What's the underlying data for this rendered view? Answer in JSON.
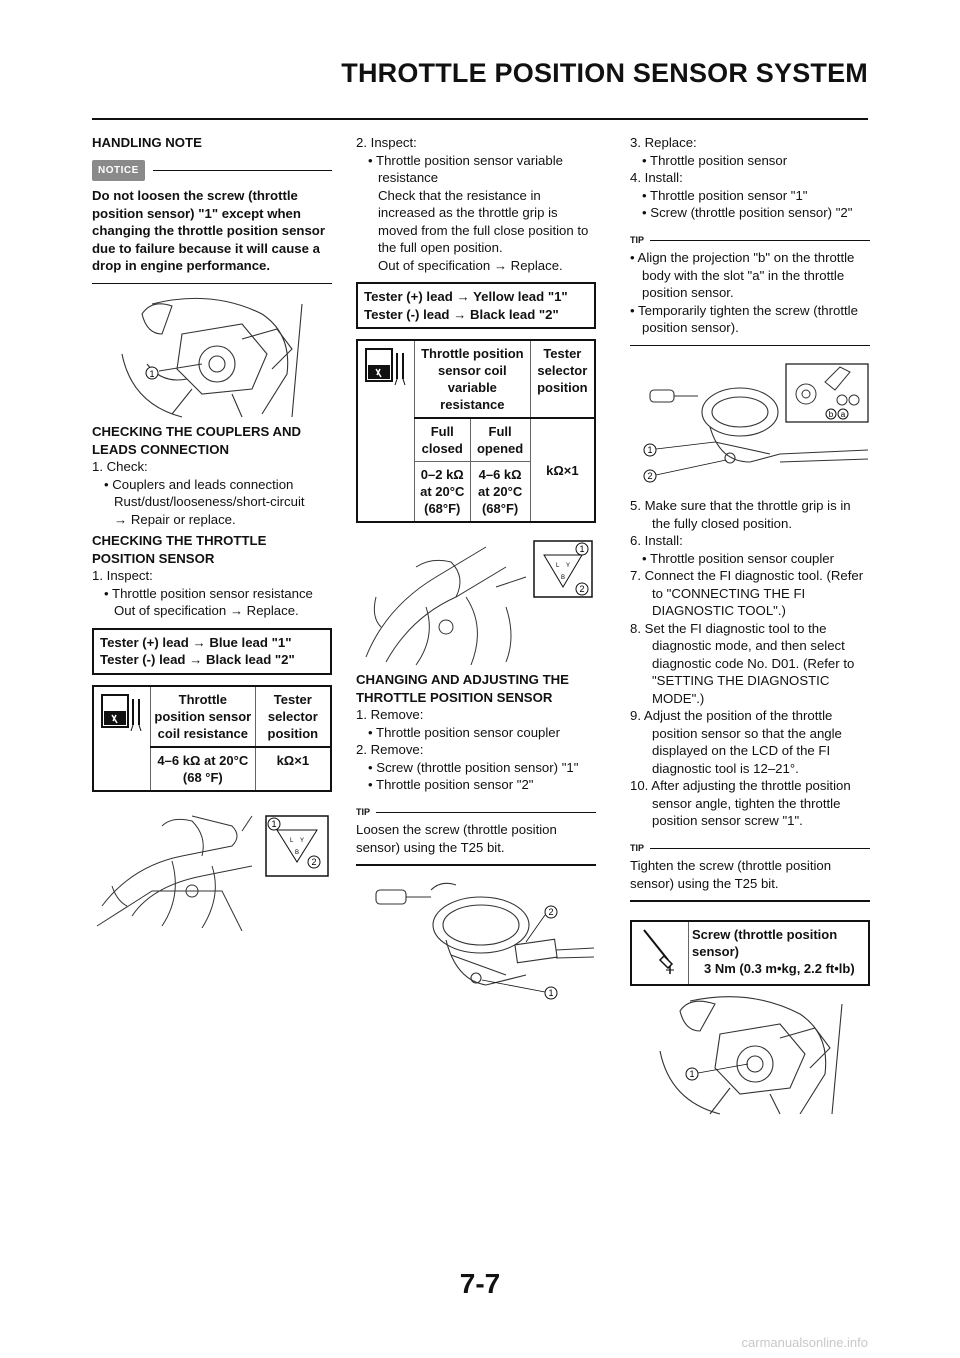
{
  "page": {
    "title": "THROTTLE POSITION SENSOR SYSTEM",
    "page_number": "7-7",
    "watermark": "carmanualsonline.info"
  },
  "col1": {
    "handling_note": "HANDLING NOTE",
    "notice_label": "NOTICE",
    "notice_text": "Do not loosen the screw (throttle position sensor) \"1\" except when changing the throttle position sensor due to failure because it will cause a drop in engine performance.",
    "fig1_callout": "1",
    "heading_couplers": "CHECKING THE COUPLERS AND LEADS CONNECTION",
    "step1": "1.  Check:",
    "step1_bullet": "•  Couplers and leads connection",
    "step1_detail": "Rust/dust/looseness/short-circuit",
    "step1_action": "→ Repair or replace.",
    "heading_tps": "CHECKING THE THROTTLE POSITION SENSOR",
    "inspect": "1.  Inspect:",
    "inspect_bullet": "•  Throttle position sensor resistance",
    "inspect_out": "Out of specification → Replace.",
    "lead_box_1": "Tester (+) lead → Blue lead \"1\"",
    "lead_box_2": "Tester (-) lead → Black lead \"2\"",
    "table": {
      "col_a": "Throttle position sensor coil resistance",
      "col_b": "Tester selector position",
      "val_a": "4–6 kΩ at 20°C (68 °F)",
      "val_b": "kΩ×1"
    },
    "fig2_callouts": [
      "1",
      "2"
    ]
  },
  "col2": {
    "step2": "2.  Inspect:",
    "bullet": "•  Throttle position sensor variable resistance",
    "check": "Check that the resistance in increased as the throttle grip is moved from the full close position to the full open position.",
    "out": "Out of specification → Replace.",
    "lead_box_1": "Tester (+) lead → Yellow lead \"1\"",
    "lead_box_2": "Tester (-) lead → Black lead \"2\"",
    "table": {
      "col_a": "Throttle position sensor coil variable resistance",
      "col_b": "Tester selector position",
      "sub_a": "Full closed",
      "sub_b": "Full opened",
      "val_a": "0–2 kΩ at 20°C (68°F)",
      "val_b": "4–6 kΩ at 20°C (68°F)",
      "val_c": "kΩ×1"
    },
    "heading_change": "CHANGING AND ADJUSTING THE THROTTLE POSITION SENSOR",
    "remove1": "1.  Remove:",
    "remove1_b": "•  Throttle position sensor coupler",
    "remove2": "2.  Remove:",
    "remove2_b1": "•  Screw (throttle position sensor) \"1\"",
    "remove2_b2": "•  Throttle position sensor \"2\"",
    "tip_label": "TIP",
    "tip_text": "Loosen the screw (throttle position sensor) using the T25 bit.",
    "fig_callouts": [
      "1",
      "2"
    ]
  },
  "col3": {
    "s3": "3.  Replace:",
    "s3_b": "•  Throttle position sensor",
    "s4": "4.  Install:",
    "s4_b1": "•  Throttle position sensor \"1\"",
    "s4_b2": "•  Screw (throttle position sensor) \"2\"",
    "tip_label": "TIP",
    "tip1": "•  Align the projection \"b\" on the throttle body with the slot \"a\" in the throttle position sensor.",
    "tip2": "•  Temporarily tighten the screw (throttle position sensor).",
    "fig_callouts": [
      "1",
      "2",
      "a",
      "b"
    ],
    "s5": "5.  Make sure that the throttle grip is in the fully closed position.",
    "s6": "6.  Install:",
    "s6_b": "•  Throttle position sensor coupler",
    "s7": "7.  Connect the FI diagnostic tool. (Refer to \"CONNECTING THE FI DIAGNOSTIC TOOL\".)",
    "s8": "8.  Set the FI diagnostic tool to the diagnostic mode, and then select diagnostic code No. D01. (Refer to \"SETTING THE DIAGNOSTIC MODE\".)",
    "s9": "9.  Adjust the position of the throttle position sensor so that the angle displayed on the LCD of the FI diagnostic tool is 12–21°.",
    "s10": "10. After adjusting the throttle position sensor angle, tighten the throttle position sensor screw \"1\".",
    "tip3": "Tighten the screw (throttle position sensor) using the T25 bit.",
    "torque_title": "Screw (throttle position sensor)",
    "torque_value": "3 Nm (0.3 m•kg, 2.2 ft•lb)",
    "fig_last_callout": "1"
  }
}
